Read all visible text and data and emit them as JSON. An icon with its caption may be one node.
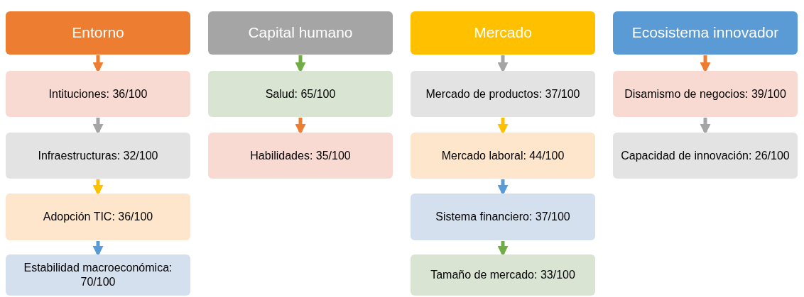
{
  "diagram": {
    "nodes": [
      {
        "text": [
          "Entorno"
        ]
      },
      {
        "text": [
          "Intituciones: 36/100"
        ]
      },
      {
        "text": [
          "Infraestructuras: 32/100"
        ]
      },
      {
        "text": [
          "Adopción TIC: 36/100"
        ]
      },
      {
        "text": [
          "Estabilidad macroeconómica: 70/100"
        ]
      },
      {
        "text": [
          "Capital humano"
        ]
      },
      {
        "text": [
          "Salud: 65/100"
        ]
      },
      {
        "text": [
          "Habilidades: 35/100"
        ]
      },
      {
        "text": [
          "Mercado"
        ]
      },
      {
        "text": [
          "Mercado de productos: 37/100"
        ]
      },
      {
        "text": [
          "Mercado laboral: 44/100"
        ]
      },
      {
        "text": [
          "Sistema financiero: 37/100"
        ]
      },
      {
        "text": [
          "Tamaño de mercado: 33/100"
        ]
      },
      {
        "text": [
          "Ecosistema innovador"
        ]
      },
      {
        "text": [
          "Disamismo de negocios: 39/100"
        ]
      },
      {
        "text": [
          "Capacidad de innovación: 26/100"
        ]
      }
    ],
    "edges": [
      {
        "from": 0,
        "to": 1,
        "arrow": "to"
      },
      {
        "from": 1,
        "to": 2,
        "arrow": "to",
        "color": "#a5a5a5"
      },
      {
        "from": 2,
        "to": 3,
        "arrow": "to",
        "color": "#ffc000"
      },
      {
        "from": 3,
        "to": 4,
        "arrow": "to",
        "color": "#5b9bd5"
      },
      {
        "from": 5,
        "to": 6,
        "arrow": "to",
        "color": "#70ad47"
      },
      {
        "from": 6,
        "to": 7,
        "arrow": "to"
      },
      {
        "from": 8,
        "to": 9,
        "arrow": "to",
        "color": "#a5a5a5"
      },
      {
        "from": 9,
        "to": 10,
        "arrow": "to",
        "color": "#ffc000"
      },
      {
        "from": 10,
        "to": 11,
        "arrow": "to",
        "color": "#5b9bd5"
      },
      {
        "from": 11,
        "to": 12,
        "arrow": "to",
        "color": "#70ad47"
      },
      {
        "from": 13,
        "to": 14,
        "arrow": "to"
      },
      {
        "from": 14,
        "to": 15,
        "arrow": "to",
        "color": "#a5a5a5"
      }
    ]
  }
}
